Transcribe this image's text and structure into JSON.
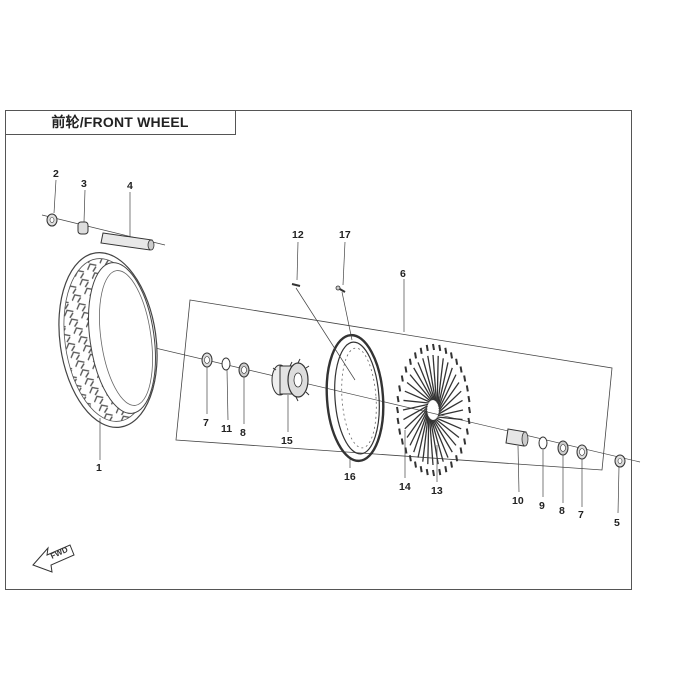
{
  "title": "前轮/FRONT WHEEL",
  "direction_label": "FWD",
  "callouts": [
    {
      "id": "c1",
      "label": "1"
    },
    {
      "id": "c2",
      "label": "2"
    },
    {
      "id": "c3",
      "label": "3"
    },
    {
      "id": "c4",
      "label": "4"
    },
    {
      "id": "c5",
      "label": "5"
    },
    {
      "id": "c6",
      "label": "6"
    },
    {
      "id": "c7a",
      "label": "7"
    },
    {
      "id": "c7b",
      "label": "7"
    },
    {
      "id": "c8a",
      "label": "8"
    },
    {
      "id": "c8b",
      "label": "8"
    },
    {
      "id": "c9",
      "label": "9"
    },
    {
      "id": "c10",
      "label": "10"
    },
    {
      "id": "c11",
      "label": "11"
    },
    {
      "id": "c12",
      "label": "12"
    },
    {
      "id": "c13",
      "label": "13"
    },
    {
      "id": "c14",
      "label": "14"
    },
    {
      "id": "c15",
      "label": "15"
    },
    {
      "id": "c16",
      "label": "16"
    },
    {
      "id": "c17",
      "label": "17"
    }
  ],
  "colors": {
    "line": "#333333",
    "part": "#555555",
    "fill": "#dddddd"
  }
}
